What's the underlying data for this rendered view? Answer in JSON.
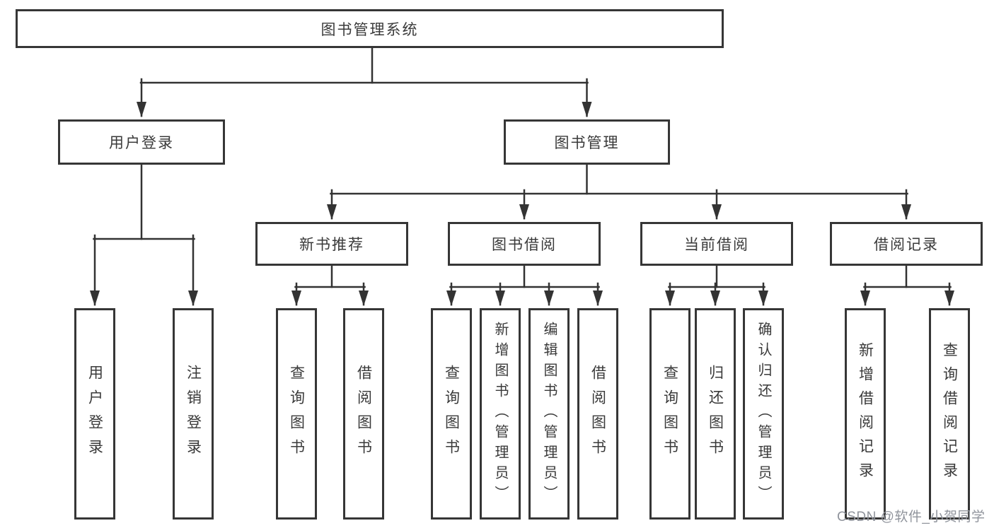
{
  "nodes": {
    "root": "图书管理系统",
    "user_login": "用户登录",
    "book_management": "图书管理",
    "new_book_recommend": "新书推荐",
    "book_borrow": "图书借阅",
    "current_borrow": "当前借阅",
    "borrow_records": "借阅记录",
    "leaf_user_login": "用户登录",
    "leaf_logout": "注销登录",
    "leaf_recommend_query_books": "查询图书",
    "leaf_recommend_borrow_books": "借阅图书",
    "leaf_borrow_query_books": "查询图书",
    "leaf_borrow_add_books": "新增图书（管理员）",
    "leaf_borrow_edit_books": "编辑图书（管理员）",
    "leaf_borrow_borrow_books": "借阅图书",
    "leaf_current_query_books": "查询图书",
    "leaf_current_return_books": "归还图书",
    "leaf_current_confirm_return": "确认归还（管理员）",
    "leaf_records_add_record": "新增借阅记录",
    "leaf_records_query_record": "查询借阅记录"
  },
  "watermark": "CSDN @软件_小贺同学",
  "colors": {
    "line": "#333333",
    "box_border": "#363636",
    "text": "#3a3a3a",
    "watermark": "#90949c",
    "background": "#ffffff"
  }
}
